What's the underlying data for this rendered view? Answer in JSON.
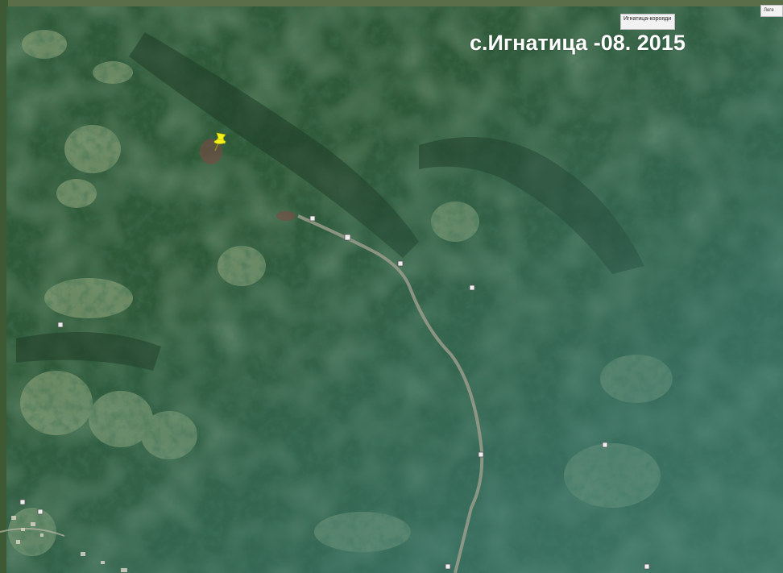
{
  "map": {
    "caption": "с.Игнатица -08. 2015",
    "info_box": {
      "title": "Игнатица-корояди",
      "subtitle": ""
    },
    "corner_label": "Леге",
    "pin": {
      "icon": "yellow-pushpin-icon",
      "color": "#f4f21a"
    },
    "colors": {
      "forest_dark": "#234a2c",
      "forest_mid": "#3a6a3e",
      "clearing": "#7f9a72",
      "road": "#9a9c8c",
      "haze": "#3f7c78",
      "background_strip": "#5a6e4a"
    }
  }
}
